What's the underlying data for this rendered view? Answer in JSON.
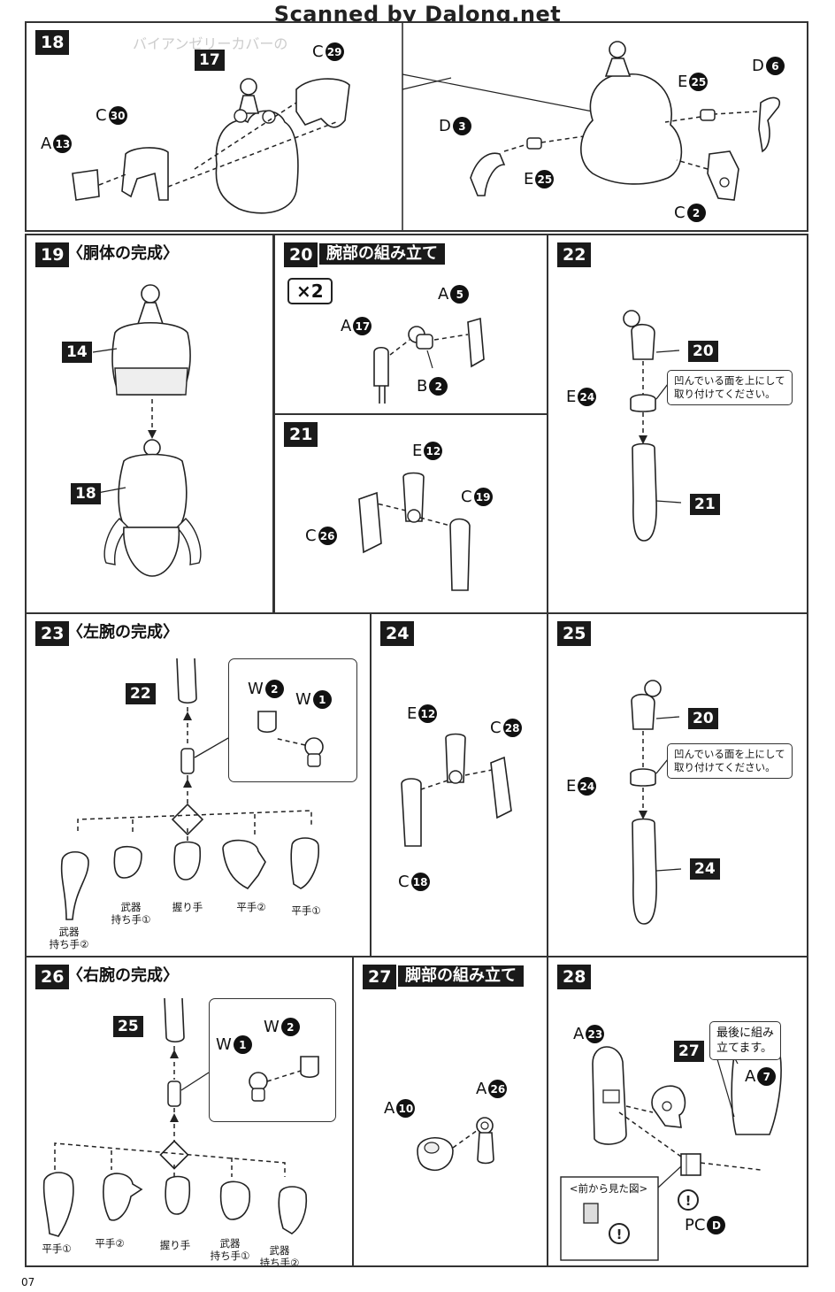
{
  "watermark": "Scanned by Dalong.net",
  "page_number": "07",
  "steps": {
    "s18": {
      "number": "18",
      "ghost_title": "バイアンゼリーカバーの",
      "labels": [
        {
          "letter": "C",
          "num": "29"
        },
        {
          "letter": "A",
          "num": "13"
        },
        {
          "letter": "C",
          "num": "30"
        },
        {
          "letter": "D",
          "num": "3"
        },
        {
          "letter": "E",
          "num": "25"
        },
        {
          "letter": "E",
          "num": "25"
        },
        {
          "letter": "D",
          "num": "6"
        },
        {
          "letter": "C",
          "num": "2"
        }
      ],
      "tag": "17"
    },
    "s19": {
      "number": "19",
      "title": "〈胴体の完成〉",
      "tags": [
        "14",
        "18"
      ]
    },
    "s20": {
      "number": "20",
      "title": "腕部の組み立て",
      "multiplier": "×2",
      "labels": [
        {
          "letter": "A",
          "num": "5"
        },
        {
          "letter": "A",
          "num": "17"
        },
        {
          "letter": "B",
          "num": "2"
        }
      ]
    },
    "s21": {
      "number": "21",
      "labels": [
        {
          "letter": "E",
          "num": "12"
        },
        {
          "letter": "C",
          "num": "19"
        },
        {
          "letter": "C",
          "num": "26"
        }
      ]
    },
    "s22": {
      "number": "22",
      "tags": [
        "20",
        "21"
      ],
      "labels": [
        {
          "letter": "E",
          "num": "24"
        }
      ],
      "note": "凹んでいる面を上にして\n取り付けてください。"
    },
    "s23": {
      "number": "23",
      "title": "〈左腕の完成〉",
      "tag": "22",
      "labels": [
        {
          "letter": "W",
          "num": "2"
        },
        {
          "letter": "W",
          "num": "1"
        }
      ],
      "hands": [
        "武器\n持ち手②",
        "武器\n持ち手①",
        "握り手",
        "平手②",
        "平手①"
      ]
    },
    "s24": {
      "number": "24",
      "labels": [
        {
          "letter": "E",
          "num": "12"
        },
        {
          "letter": "C",
          "num": "28"
        },
        {
          "letter": "C",
          "num": "18"
        }
      ]
    },
    "s25": {
      "number": "25",
      "tags": [
        "20",
        "24"
      ],
      "labels": [
        {
          "letter": "E",
          "num": "24"
        }
      ],
      "note": "凹んでいる面を上にして\n取り付けてください。"
    },
    "s26": {
      "number": "26",
      "title": "〈右腕の完成〉",
      "tag": "25",
      "labels": [
        {
          "letter": "W",
          "num": "1"
        },
        {
          "letter": "W",
          "num": "2"
        }
      ],
      "hands": [
        "平手①",
        "平手②",
        "握り手",
        "武器\n持ち手①",
        "武器\n持ち手②"
      ]
    },
    "s27": {
      "number": "27",
      "title": "脚部の組み立て",
      "labels": [
        {
          "letter": "A",
          "num": "10"
        },
        {
          "letter": "A",
          "num": "26"
        }
      ]
    },
    "s28": {
      "number": "28",
      "tag": "27",
      "labels": [
        {
          "letter": "A",
          "num": "23"
        },
        {
          "letter": "A",
          "num": "7"
        },
        {
          "letter": "PC",
          "num": "D"
        }
      ],
      "note": "最後に組み\n立てます。",
      "front_view": "<前から見た図>"
    }
  }
}
